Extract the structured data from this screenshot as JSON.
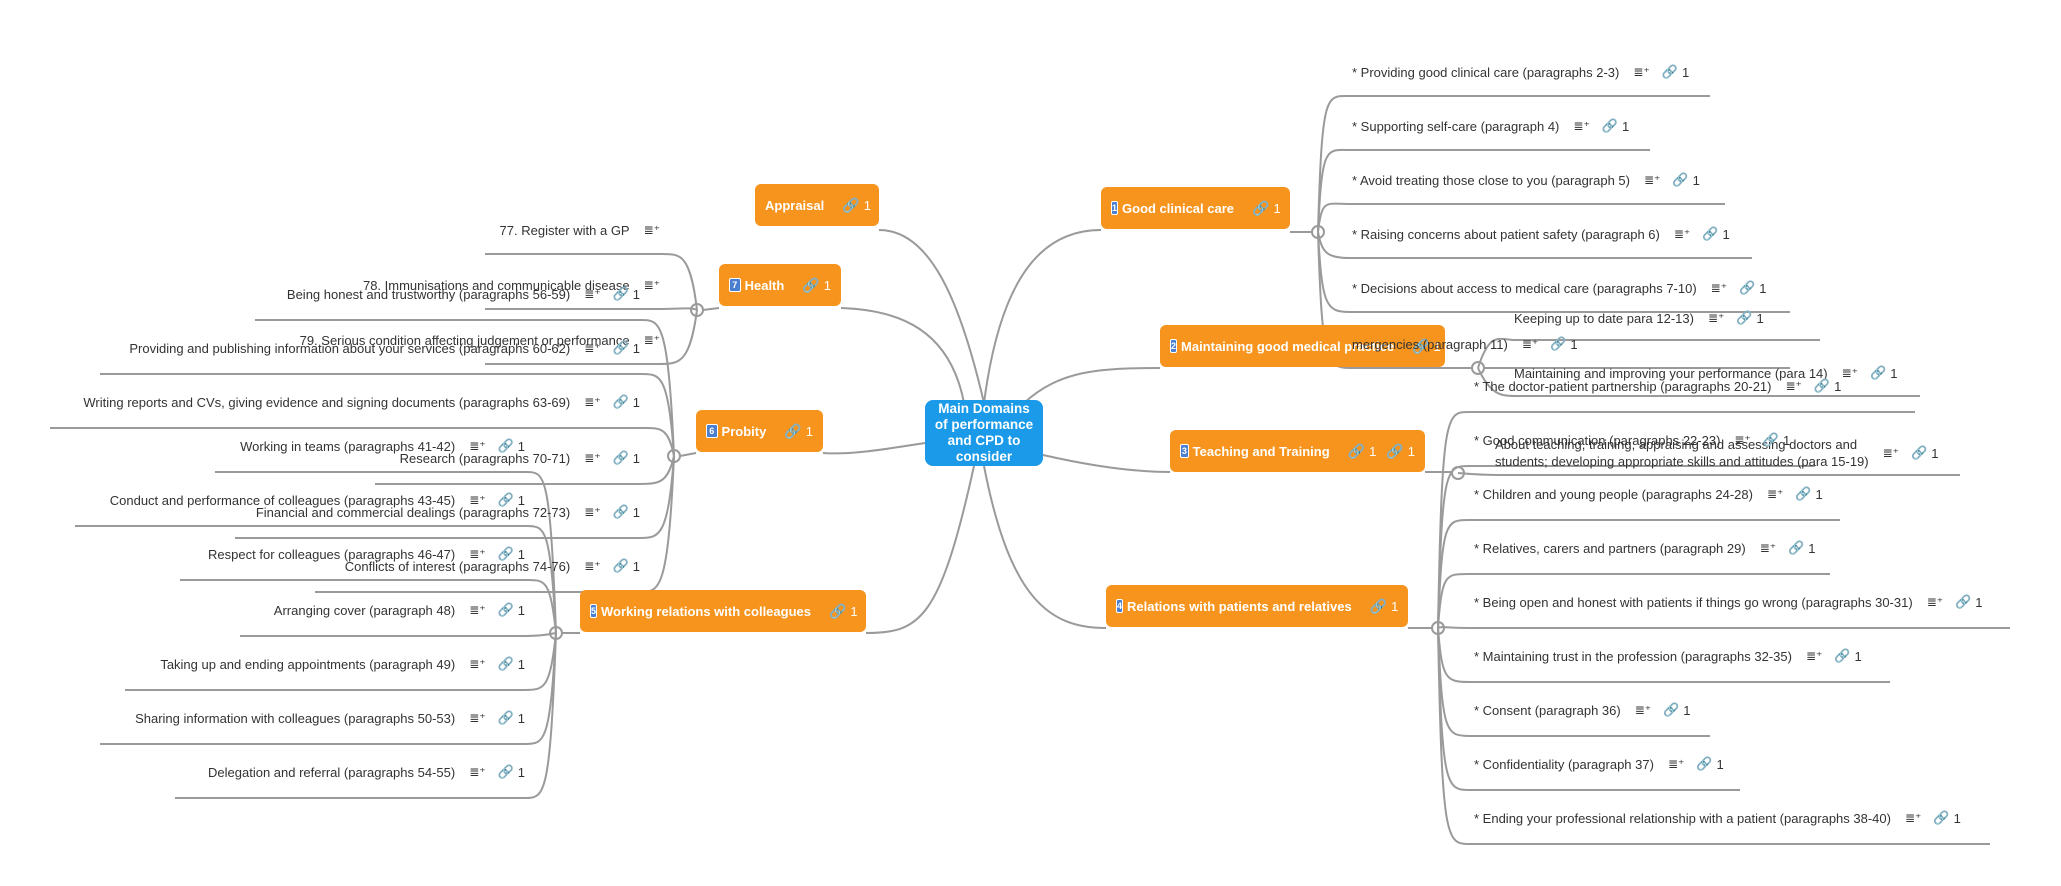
{
  "central": {
    "title": "Main Domains of performance and CPD to consider"
  },
  "main_topics": [
    {
      "id": "appraisal",
      "label": "Appraisal",
      "number": "",
      "link_count": "1"
    },
    {
      "id": "good-care",
      "label": "Good clinical care",
      "number": "1",
      "link_count": "1"
    },
    {
      "id": "health",
      "label": "Health",
      "number": "7",
      "link_count": "1"
    },
    {
      "id": "practice",
      "label": "Maintaining good medical practice",
      "number": "2",
      "link_count": "1"
    },
    {
      "id": "probity",
      "label": "Probity",
      "number": "6",
      "link_count": "1"
    },
    {
      "id": "teaching",
      "label": "Teaching and Training",
      "number": "3",
      "link_count": "1",
      "extra_link": "1"
    },
    {
      "id": "colleagues",
      "label": "Working relations with colleagues",
      "number": "5",
      "link_count": "1"
    },
    {
      "id": "patients",
      "label": "Relations with patients and relatives",
      "number": "4",
      "link_count": "1"
    }
  ],
  "leaves": {
    "good_care": [
      {
        "text": "* Providing good clinical care (paragraphs 2-3)",
        "count": "1"
      },
      {
        "text": "* Supporting self-care (paragraph 4)",
        "count": "1"
      },
      {
        "text": "* Avoid treating those close to you (paragraph 5)",
        "count": "1"
      },
      {
        "text": "* Raising concerns about patient safety (paragraph 6)",
        "count": "1"
      },
      {
        "text": "* Decisions about access to medical care (paragraphs 7-10)",
        "count": "1"
      },
      {
        "text": "mergencies (paragraph 11)",
        "count": "1"
      }
    ],
    "practice": [
      {
        "text": "Keeping up to date para 12-13)",
        "count": "1"
      },
      {
        "text": "Maintaining and improving your performance (para 14)",
        "count": "1"
      }
    ],
    "teaching": [
      {
        "text": "About teaching, training, appraising and assessing doctors and",
        "text2": "students; developing appropriate skills and attitudes (para 15-19)",
        "count": "1"
      }
    ],
    "patients": [
      {
        "text": "* The doctor-patient partnership (paragraphs 20-21)",
        "count": "1"
      },
      {
        "text": "* Good communication (paragraphs 22-23)",
        "count": "1"
      },
      {
        "text": "* Children and young people (paragraphs 24-28)",
        "count": "1"
      },
      {
        "text": "* Relatives, carers and partners (paragraph 29)",
        "count": "1"
      },
      {
        "text": "* Being open and honest with patients if things go wrong (paragraphs 30-31)",
        "count": "1"
      },
      {
        "text": "* Maintaining trust in the profession (paragraphs 32-35)",
        "count": "1"
      },
      {
        "text": "* Consent (paragraph 36)",
        "count": "1"
      },
      {
        "text": "* Confidentiality (paragraph 37)",
        "count": "1"
      },
      {
        "text": "* Ending your professional relationship with a patient (paragraphs 38-40)",
        "count": "1"
      }
    ],
    "health": [
      {
        "text": "77. Register with a GP",
        "count": ""
      },
      {
        "text": "78. Immunisations and communicable disease",
        "count": ""
      },
      {
        "text": "79. Serious condition affecting judgement or performance",
        "count": ""
      }
    ],
    "probity": [
      {
        "text": "Being honest and trustworthy (paragraphs 56-59)",
        "count": "1"
      },
      {
        "text": "Providing and publishing information about your services (paragraphs 60-62)",
        "count": "1"
      },
      {
        "text": "Writing reports and CVs, giving evidence and signing documents (paragraphs 63-69)",
        "count": "1"
      },
      {
        "text": "Research (paragraphs 70-71)",
        "count": "1"
      },
      {
        "text": "Financial and commercial dealings (paragraphs 72-73)",
        "count": "1"
      },
      {
        "text": "Conflicts of interest (paragraphs 74-76)",
        "count": "1"
      }
    ],
    "colleagues": [
      {
        "text": "Working in teams (paragraphs 41-42)",
        "count": "1"
      },
      {
        "text": "Conduct and performance of colleagues (paragraphs 43-45)",
        "count": "1"
      },
      {
        "text": "Respect for colleagues (paragraphs 46-47)",
        "count": "1"
      },
      {
        "text": "Arranging cover (paragraph 48)",
        "count": "1"
      },
      {
        "text": "Taking up and ending appointments (paragraph 49)",
        "count": "1"
      },
      {
        "text": "Sharing information with colleagues (paragraphs 50-53)",
        "count": "1"
      },
      {
        "text": "Delegation and referral (paragraphs 54-55)",
        "count": "1"
      }
    ]
  },
  "colors": {
    "central": "#1a9ae8",
    "topic": "#f7941d",
    "line": "#9a9a9a",
    "badge": "#4a7fcf"
  },
  "icons": {
    "note": "note-icon",
    "link": "link-icon"
  }
}
